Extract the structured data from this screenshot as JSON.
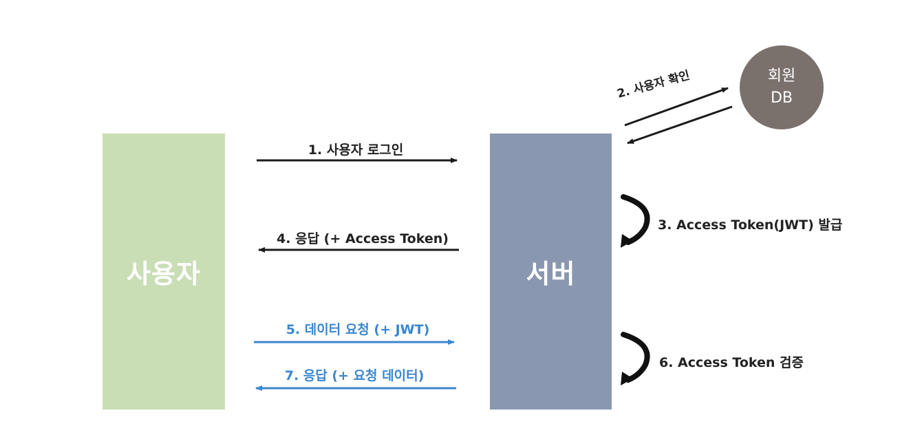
{
  "nodes": {
    "user": "사용자",
    "server": "서버",
    "db_line1": "회원",
    "db_line2": "DB"
  },
  "steps": {
    "s1": "1. 사용자 로그인",
    "s2": "2. 사용자 확인",
    "s3": "3. Access Token(JWT) 발급",
    "s4": "4. 응답 (+ Access Token)",
    "s5": "5. 데이터 요청 (+ JWT)",
    "s6": "6. Access Token 검증",
    "s7": "7. 응답 (+ 요청 데이터)"
  },
  "colors": {
    "user_box": "#cadeb6",
    "server_box": "#8997b0",
    "db_node": "#7a716d",
    "black_arrow": "#1a1a1a",
    "blue_arrow": "#3a86cf"
  }
}
